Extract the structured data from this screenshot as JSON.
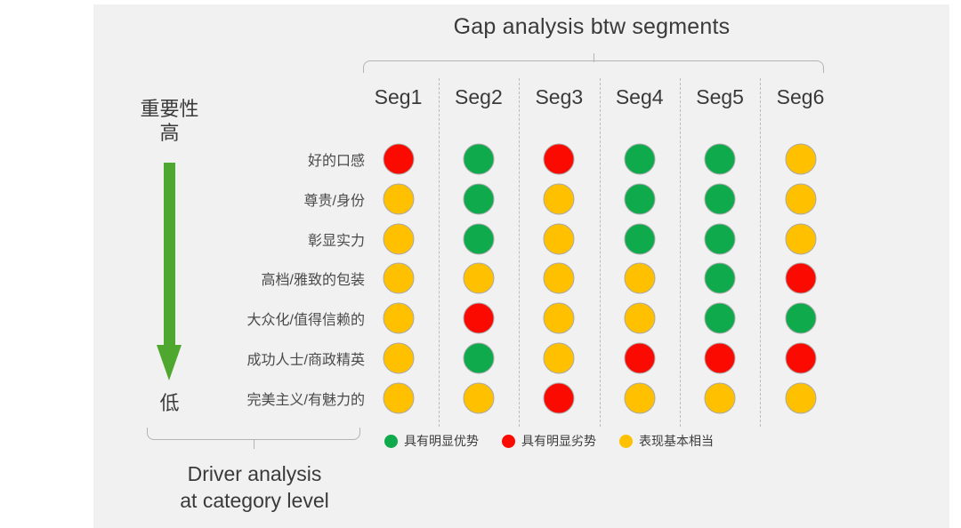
{
  "panel": {
    "background": "#f1f1f1"
  },
  "header": {
    "gap_title": "Gap analysis btw segments",
    "segments": [
      "Seg1",
      "Seg2",
      "Seg3",
      "Seg4",
      "Seg5",
      "Seg6"
    ]
  },
  "importance_axis": {
    "title": "重要性",
    "high_label": "高",
    "low_label": "低",
    "arrow_color": "#4ea72e",
    "arrow_direction": "down"
  },
  "rows": [
    "好的口感",
    "尊贵/身份",
    "彰显实力",
    "高档/雅致的包装",
    "大众化/值得信赖的",
    "成功人士/商政精英",
    "完美主义/有魅力的"
  ],
  "legend": [
    {
      "color": "#0faa4c",
      "label": "具有明显优势"
    },
    {
      "color": "#fa0a00",
      "label": "具有明显劣势"
    },
    {
      "color": "#ffc000",
      "label": "表现基本相当"
    }
  ],
  "footer": {
    "caption_line1": "Driver analysis",
    "caption_line2": "at category level"
  },
  "status_colors": {
    "green": "#0faa4c",
    "red": "#fa0a00",
    "yellow": "#ffc000"
  },
  "chart_data": {
    "type": "heatmap",
    "title": "Gap analysis btw segments",
    "xlabel": "",
    "ylabel": "重要性",
    "categories": [
      "Seg1",
      "Seg2",
      "Seg3",
      "Seg4",
      "Seg5",
      "Seg6"
    ],
    "row_categories": [
      "好的口感",
      "尊贵/身份",
      "彰显实力",
      "高档/雅致的包装",
      "大众化/值得信赖的",
      "成功人士/商政精英",
      "完美主义/有魅力的"
    ],
    "value_legend": {
      "green": "具有明显优势",
      "red": "具有明显劣势",
      "yellow": "表现基本相当"
    },
    "grid": true,
    "legend_position": "bottom",
    "values": [
      [
        "red",
        "green",
        "red",
        "green",
        "green",
        "yellow"
      ],
      [
        "yellow",
        "green",
        "yellow",
        "green",
        "green",
        "yellow"
      ],
      [
        "yellow",
        "green",
        "yellow",
        "green",
        "green",
        "yellow"
      ],
      [
        "yellow",
        "yellow",
        "yellow",
        "yellow",
        "green",
        "red"
      ],
      [
        "yellow",
        "red",
        "yellow",
        "yellow",
        "green",
        "green"
      ],
      [
        "yellow",
        "green",
        "yellow",
        "red",
        "red",
        "red"
      ],
      [
        "yellow",
        "yellow",
        "red",
        "yellow",
        "yellow",
        "yellow"
      ]
    ]
  }
}
